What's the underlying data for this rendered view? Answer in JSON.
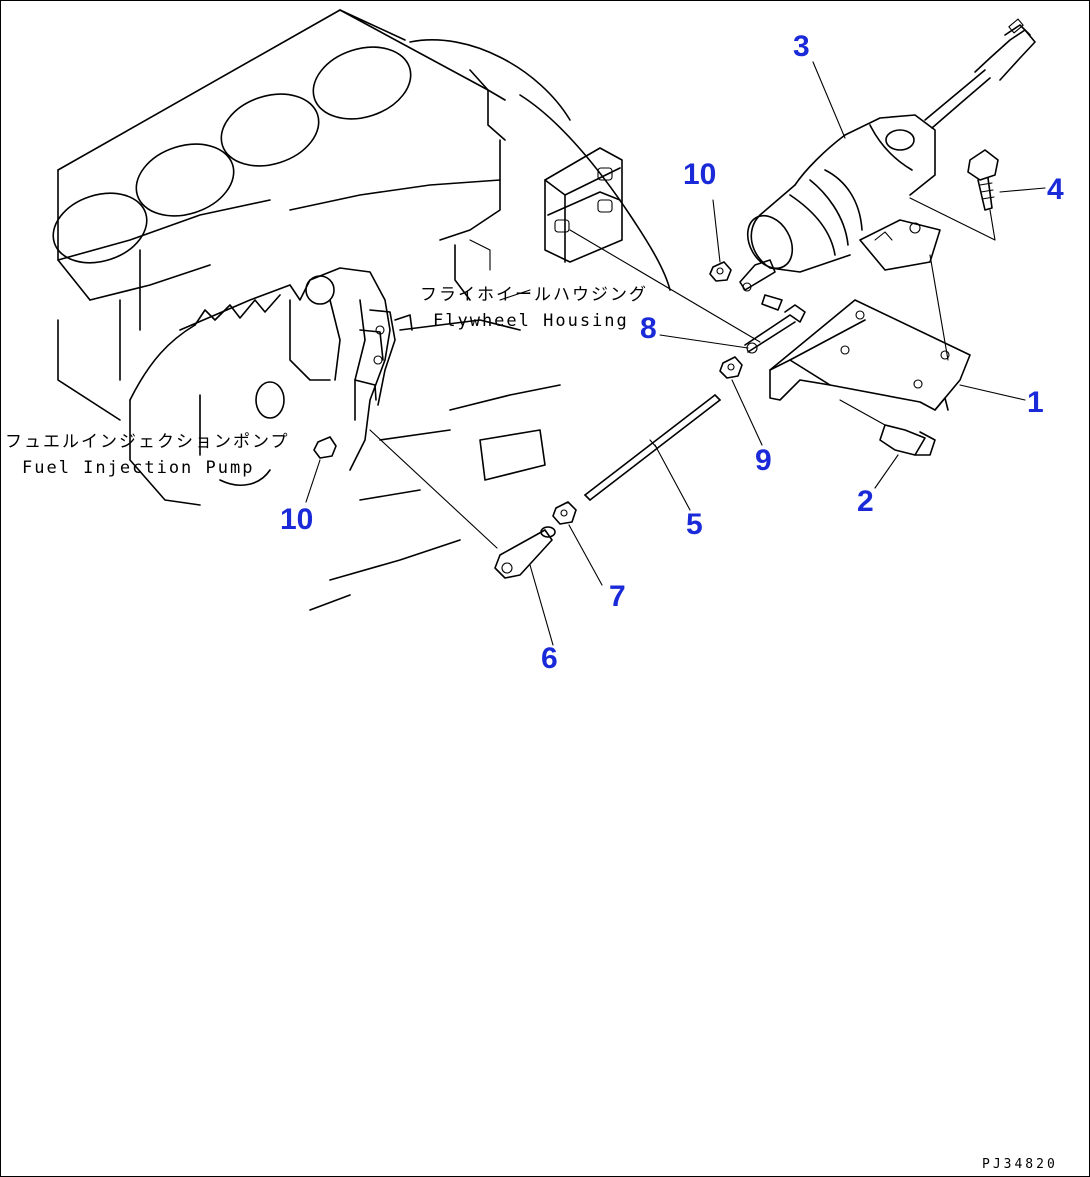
{
  "labels": {
    "flywheel_housing_jp": "フライホイールハウジング",
    "flywheel_housing_en": "Flywheel Housing",
    "fuel_pump_jp": "フュエルインジェクションポンプ",
    "fuel_pump_en": "Fuel Injection Pump"
  },
  "callouts": {
    "c1": "1",
    "c2": "2",
    "c3": "3",
    "c4": "4",
    "c5": "5",
    "c6": "6",
    "c7": "7",
    "c8": "8",
    "c9": "9",
    "c10_top": "10",
    "c10_left": "10"
  },
  "drawing_code": "PJ34820",
  "colors": {
    "callout": "#1a2ad8",
    "line": "#000000"
  }
}
